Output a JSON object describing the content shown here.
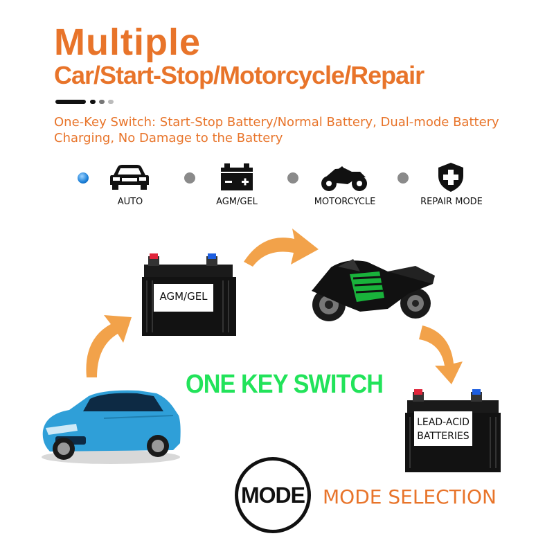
{
  "header": {
    "title": "Multiple",
    "subtitle_title": "Car/Start-Stop/Motorcycle/Repair",
    "description": "One-Key Switch: Start-Stop Battery/Normal Battery, Dual-mode Battery Charging, No Damage to the Battery"
  },
  "modes": [
    {
      "label": "AUTO",
      "icon": "car-icon",
      "active": true
    },
    {
      "label": "AGM/GEL",
      "icon": "battery-icon",
      "active": false
    },
    {
      "label": "MOTORCYCLE",
      "icon": "motorcycle-icon",
      "active": false
    },
    {
      "label": "REPAIR MODE",
      "icon": "repair-shield-icon",
      "active": false
    }
  ],
  "diagram": {
    "battery_top_label": "AGM/GEL",
    "battery_bottom_label_line1": "LEAD-ACID",
    "battery_bottom_label_line2": "BATTERIES",
    "center_text": "ONE KEY SWITCH"
  },
  "footer": {
    "mode_button": "MODE",
    "mode_caption": "MODE SELECTION"
  },
  "colors": {
    "accent": "#e8742a",
    "green_text": "#22e35a",
    "active_dot": "#1a7fd8",
    "inactive_dot": "#8a8a8a"
  }
}
